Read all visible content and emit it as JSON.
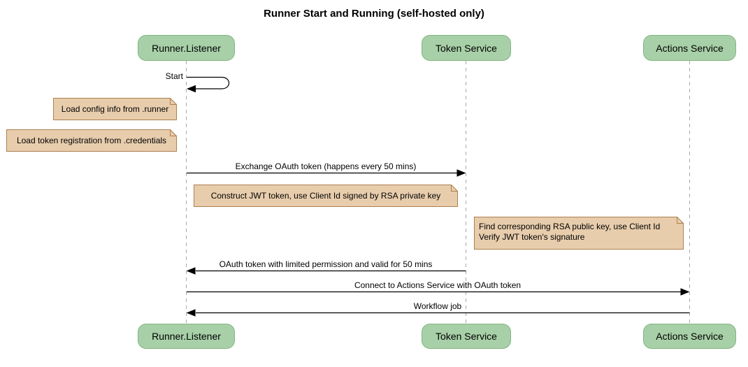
{
  "title": "Runner Start and Running (self-hosted only)",
  "colors": {
    "participant_fill": "#a8d0a8",
    "participant_border": "#81b581",
    "note_fill": "#e8cdad",
    "note_border": "#ad7f4e",
    "lifeline": "#a9a9a9",
    "arrow": "#000000",
    "background": "#ffffff",
    "text": "#000000"
  },
  "participants": [
    {
      "label": "Runner.Listener"
    },
    {
      "label": "Token Service"
    },
    {
      "label": "Actions Service"
    }
  ],
  "messages": [
    {
      "label": "Start",
      "from": "Runner.Listener",
      "to": "Runner.Listener",
      "kind": "self"
    },
    {
      "label": "Exchange OAuth token (happens every 50 mins)",
      "from": "Runner.Listener",
      "to": "Token Service",
      "kind": "arrow"
    },
    {
      "label": "OAuth token with limited permission and valid for 50 mins",
      "from": "Token Service",
      "to": "Runner.Listener",
      "kind": "arrow"
    },
    {
      "label": "Connect to Actions Service with OAuth token",
      "from": "Runner.Listener",
      "to": "Actions Service",
      "kind": "arrow"
    },
    {
      "label": "Workflow job",
      "from": "Actions Service",
      "to": "Runner.Listener",
      "kind": "arrow"
    }
  ],
  "notes": [
    {
      "label": "Load config info from .runner",
      "position": "left of Runner.Listener"
    },
    {
      "label": "Load token registration from .credentials",
      "position": "left of Runner.Listener"
    },
    {
      "label": "Construct JWT token, use Client Id signed by RSA private key",
      "position": "over Runner.Listener, Token Service"
    },
    {
      "label": "Find corresponding RSA public key, use Client Id",
      "label2": "Verify JWT token's signature",
      "position": "left of Actions Service"
    }
  ]
}
